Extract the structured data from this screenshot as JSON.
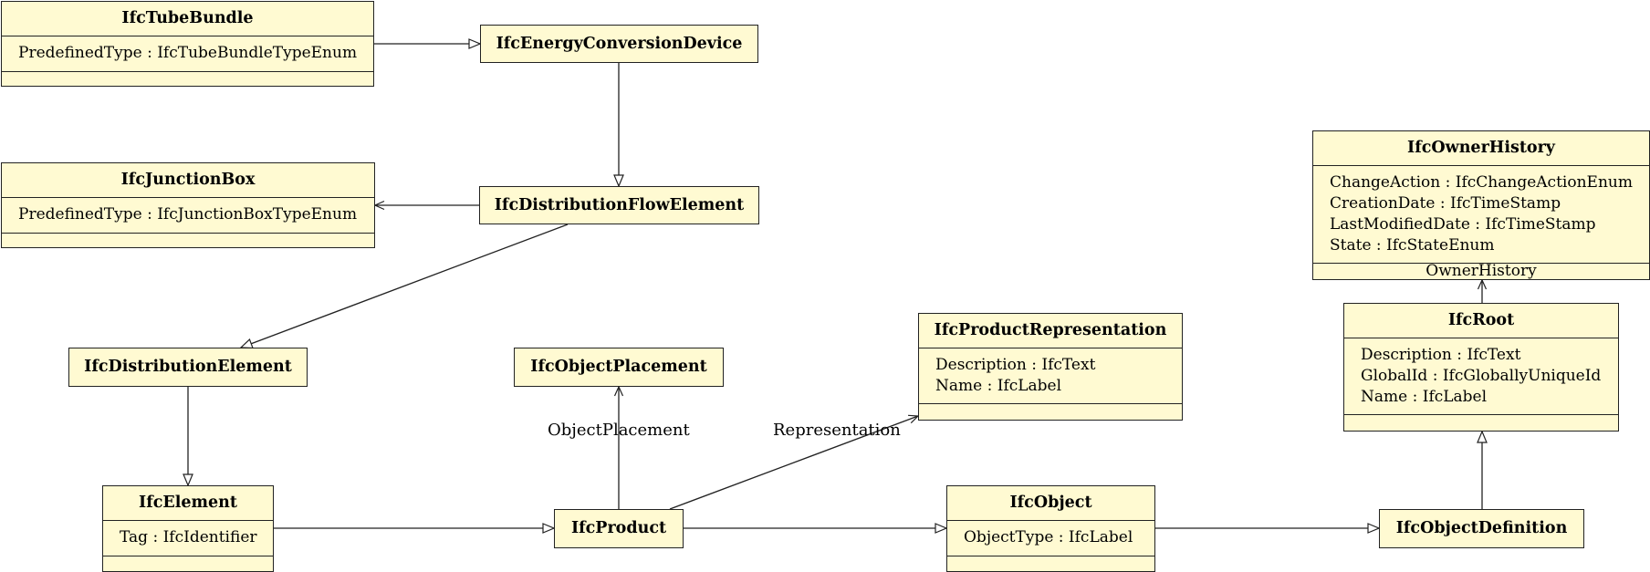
{
  "classes": {
    "tube_bundle": {
      "name": "IfcTubeBundle",
      "attributes": [
        "PredefinedType : IfcTubeBundleTypeEnum"
      ]
    },
    "energy_conversion_device": {
      "name": "IfcEnergyConversionDevice"
    },
    "junction_box": {
      "name": "IfcJunctionBox",
      "attributes": [
        "PredefinedType : IfcJunctionBoxTypeEnum"
      ]
    },
    "distribution_flow_element": {
      "name": "IfcDistributionFlowElement"
    },
    "distribution_element": {
      "name": "IfcDistributionElement"
    },
    "object_placement": {
      "name": "IfcObjectPlacement"
    },
    "product_representation": {
      "name": "IfcProductRepresentation",
      "attributes": [
        "Description : IfcText",
        "Name : IfcLabel"
      ]
    },
    "owner_history": {
      "name": "IfcOwnerHistory",
      "attributes": [
        "ChangeAction : IfcChangeActionEnum",
        "CreationDate : IfcTimeStamp",
        "LastModifiedDate : IfcTimeStamp",
        "State : IfcStateEnum"
      ]
    },
    "root": {
      "name": "IfcRoot",
      "attributes": [
        "Description : IfcText",
        "GlobalId : IfcGloballyUniqueId",
        "Name : IfcLabel"
      ]
    },
    "element": {
      "name": "IfcElement",
      "attributes": [
        "Tag : IfcIdentifier"
      ]
    },
    "product": {
      "name": "IfcProduct"
    },
    "object": {
      "name": "IfcObject",
      "attributes": [
        "ObjectType : IfcLabel"
      ]
    },
    "object_definition": {
      "name": "IfcObjectDefinition"
    }
  },
  "relations": {
    "object_placement_label": "ObjectPlacement",
    "representation_label": "Representation",
    "owner_history_label": "OwnerHistory"
  },
  "colors": {
    "class_fill": "#fffad2",
    "stroke": "#222222"
  }
}
